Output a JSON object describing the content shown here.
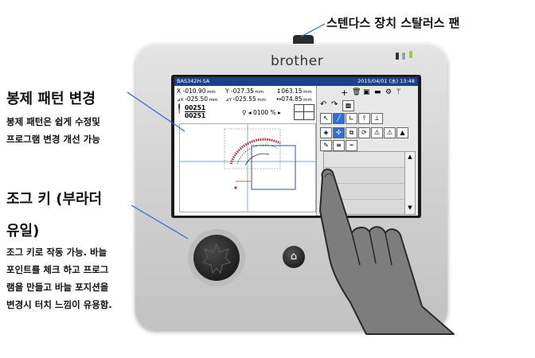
{
  "callouts": {
    "stylus": {
      "title": "스텐다스 장치 스탈러스 팬"
    },
    "pattern": {
      "title": "봉제 패턴 변경",
      "desc_lines": [
        "봉제 패턴은 쉽게 수정및",
        "프로그램 변경 개선 가능"
      ]
    },
    "jog": {
      "title_line1": "조그 키 (부라더",
      "title_line2": "유일)",
      "desc_lines": [
        "조그 키로 작동 가능. 바늘",
        "포인트를 체크 하고 프로그",
        "램을 만들고 바늘 포지션을",
        "변경시 터치 느낌이 유용함."
      ]
    }
  },
  "device": {
    "brand": "brother",
    "screen": {
      "model": "BAS342H-5A",
      "datetime": "2015/04/01 (水) 13:48",
      "coords": {
        "x": "X -010.90",
        "y": "Y -027.35",
        "dx": "-025.50",
        "dy": "-025.55",
        "width": "063.15",
        "length": "074.85",
        "unit": "mm"
      },
      "program_top": "00251",
      "program_bottom": "00251",
      "scale": "0100 %"
    }
  },
  "colors": {
    "titlebar": "#1d3f8c",
    "pattern_red": "#d0262d",
    "selected_tool": "#2f6fd6"
  }
}
